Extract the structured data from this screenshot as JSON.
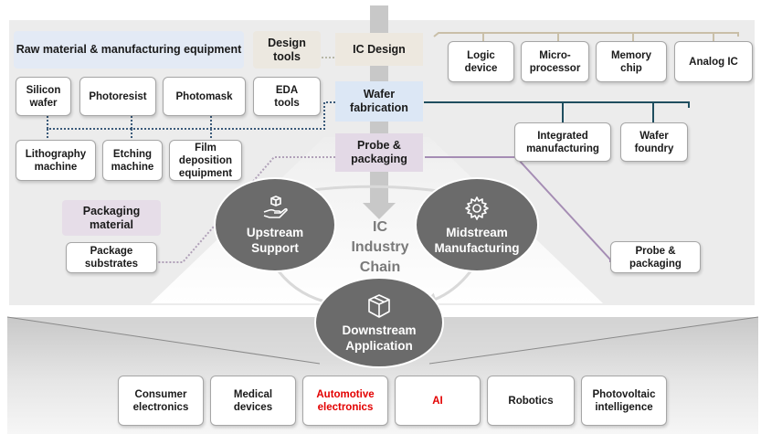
{
  "upstream": {
    "raw_header": "Raw material & manufacturing equipment",
    "materials": [
      "Silicon\nwafer",
      "Photoresist",
      "Photomask"
    ],
    "equipment": [
      "Lithography\nmachine",
      "Etching\nmachine",
      "Film\ndeposition\nequipment"
    ],
    "design_tools_header": "Design\ntools",
    "eda": "EDA\ntools",
    "packaging_header": "Packaging\nmaterial",
    "package_substrates": "Package\nsubstrates"
  },
  "chain": {
    "ic_design": "IC Design",
    "wafer_fab": "Wafer\nfabrication",
    "probe": "Probe &\npackaging"
  },
  "ic_types": [
    "Logic\ndevice",
    "Micro-\nprocessor",
    "Memory\nchip",
    "Analog IC"
  ],
  "fab_types": [
    "Integrated\nmanufacturing",
    "Wafer\nfoundry"
  ],
  "probe_packaging": "Probe &\npackaging",
  "circles": {
    "upstream": "Upstream\nSupport",
    "midstream": "Midstream\nManufacturing",
    "downstream": "Downstream\nApplication",
    "center": "IC\nIndustry\nChain"
  },
  "applications": [
    "Consumer\nelectronics",
    "Medical\ndevices",
    "Automotive\nelectronics",
    "AI",
    "Robotics",
    "Photovoltaic\nintelligence"
  ],
  "colors": {
    "circle_fill": "#6b6b6b",
    "highlight_text": "#e30000",
    "fab_line": "#1f4e5f",
    "probe_line": "#a58db4",
    "design_line": "#c9bfa8"
  }
}
